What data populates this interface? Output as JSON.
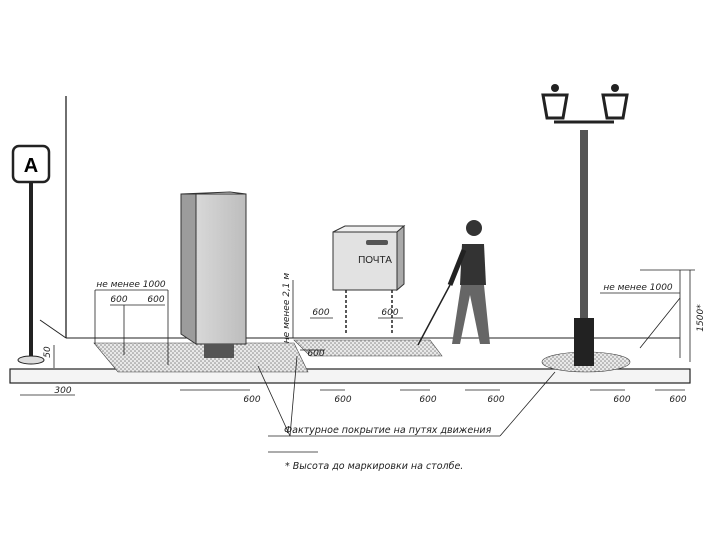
{
  "sign": {
    "letter": "А"
  },
  "mailbox": {
    "label": "ПОЧТА"
  },
  "dimensions": {
    "min_1000_left": "не менее 1000",
    "w600_a": "600",
    "w600_b": "600",
    "d50": "50",
    "d300": "300",
    "h21": "не менее 2,1 м",
    "box600_left": "600",
    "box600_right": "600",
    "box600_front": "600",
    "min_1000_right": "не менее 1000",
    "h1500": "1500*",
    "strip600": [
      "600",
      "600",
      "600",
      "600",
      "600",
      "600"
    ]
  },
  "notes": {
    "tactile": "Фактурное покрытие на путях движения",
    "footnote": "* Высота до маркировки на столбе."
  }
}
